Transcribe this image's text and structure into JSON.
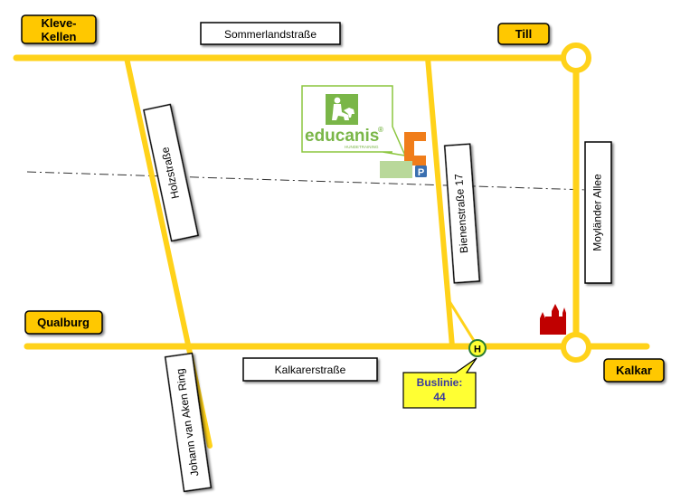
{
  "places": {
    "kleve": [
      "Kleve-",
      "Kellen"
    ],
    "till": "Till",
    "qualburg": "Qualburg",
    "kalkar": "Kalkar"
  },
  "streets": {
    "sommerland": "Sommerlandstraße",
    "holz": "Holzstraße",
    "bienen": "Bienenstraße 17",
    "moylaender": "Moyländer Allee",
    "kalkarer": "Kalkarerstraße",
    "johann": "Johann van Aken Ring"
  },
  "bus": {
    "stop_letter": "H",
    "callout": [
      "Buslinie:",
      "44"
    ]
  },
  "logo": {
    "brand": "educanis",
    "registered": "®",
    "tagline": "HUNDETRAINING"
  },
  "parking": "P",
  "colors": {
    "road": "#FFD21A",
    "place_box": "#FFC800",
    "bus_callout": "#FFFF33",
    "brand_green": "#7AB648",
    "brand_orange": "#F07D1A",
    "church": "#C00000",
    "parking_blue": "#3A6FB0"
  },
  "icons": [
    "church-icon",
    "parking-icon",
    "bus-stop-icon",
    "dog-trainer-icon",
    "building-icon"
  ]
}
